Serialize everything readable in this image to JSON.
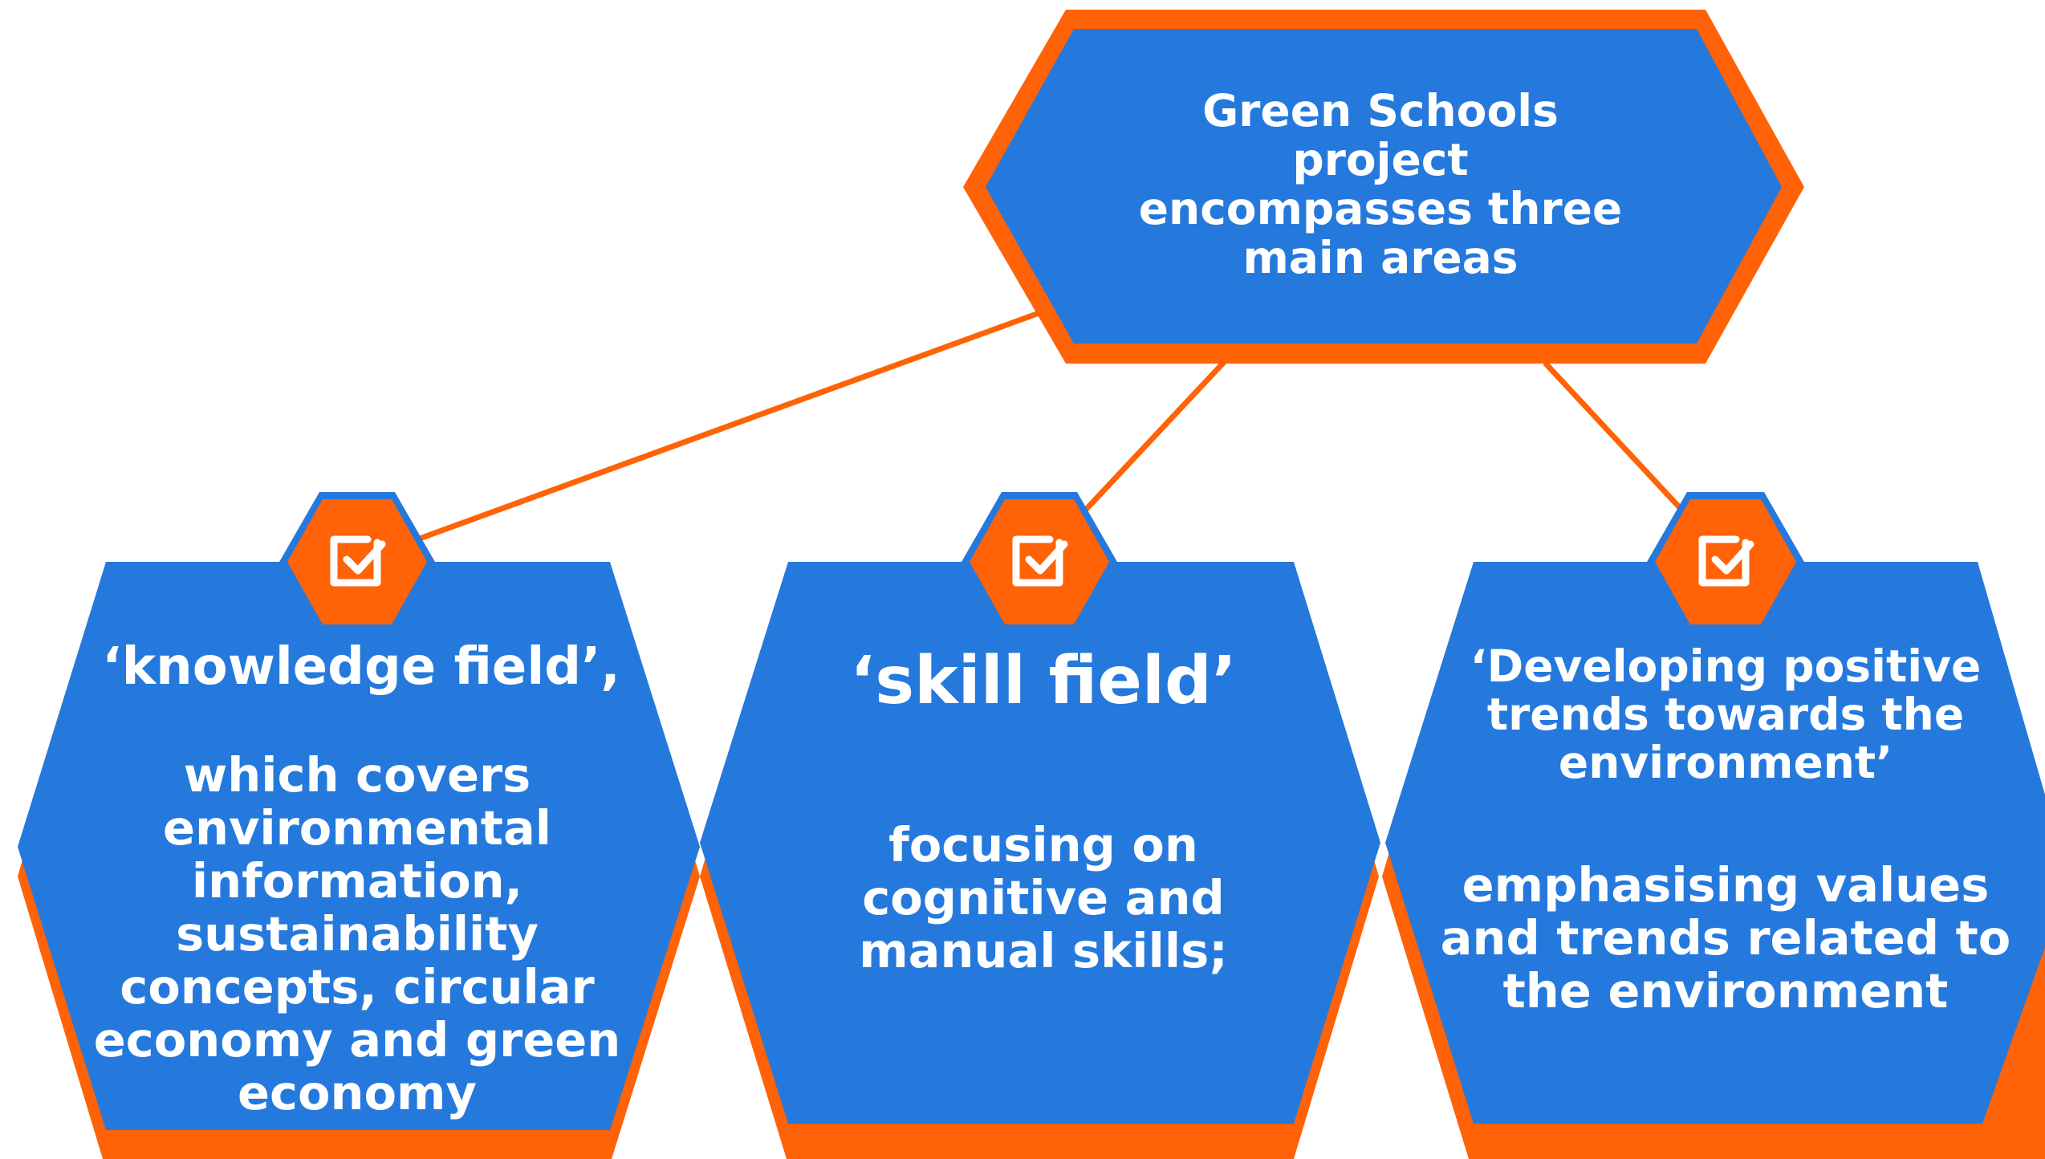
{
  "colors": {
    "fill": "#2579DC",
    "border": "#FF6207",
    "text": "#FFFFFF"
  },
  "root": {
    "text": "Green Schools\nproject\nencompasses three\nmain areas"
  },
  "areas": [
    {
      "title": "‘knowledge field’,",
      "body": "which covers\nenvironmental\ninformation,\nsustainability\nconcepts, circular\neconomy and green\neconomy",
      "icon": "checkbox-icon"
    },
    {
      "title": "‘skill field’",
      "body": "focusing on\ncognitive and\nmanual skills;",
      "icon": "checkbox-icon"
    },
    {
      "title": "‘Developing positive\ntrends towards the\nenvironment’",
      "body": "emphasising values\nand trends related to\nthe environment",
      "icon": "checkbox-icon"
    }
  ]
}
